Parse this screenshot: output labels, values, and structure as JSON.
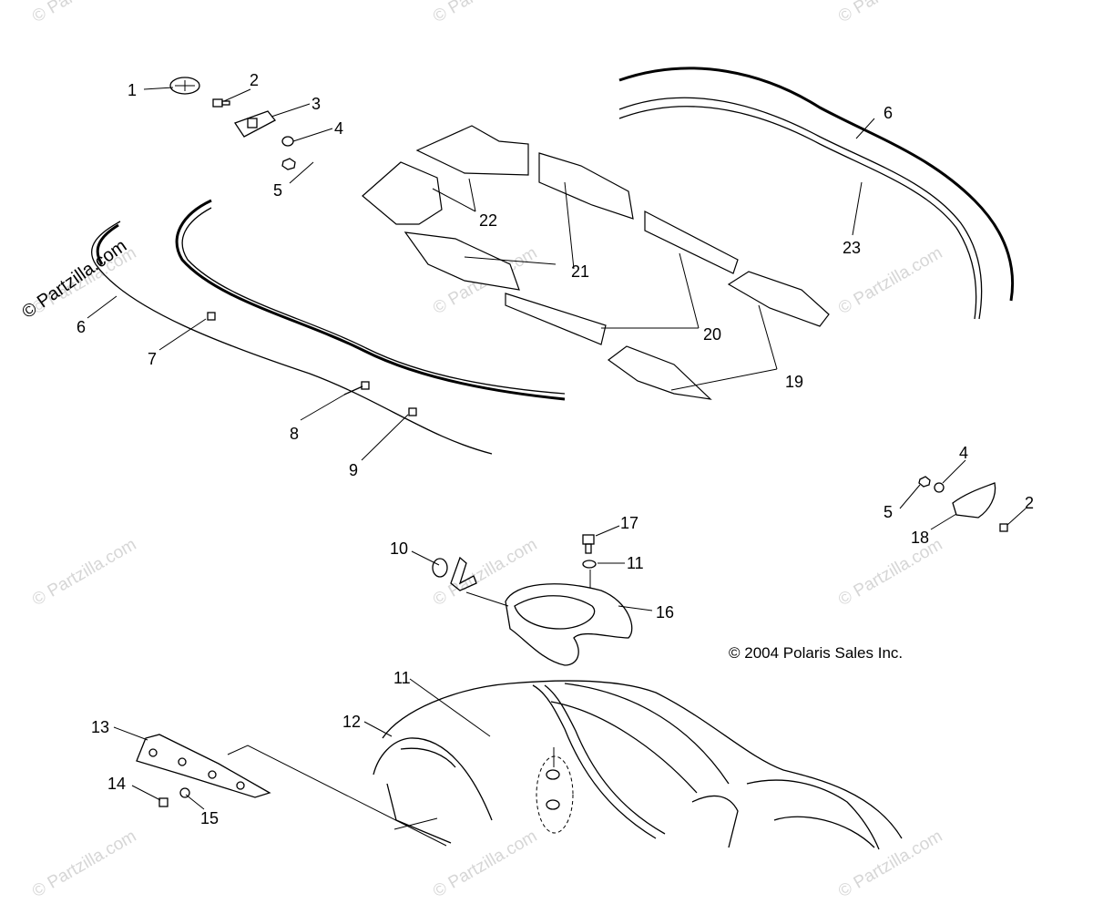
{
  "copyright": "© 2004 Polaris Sales Inc.",
  "watermark": "© Partzilla.com",
  "callouts": {
    "c1": "1",
    "c2a": "2",
    "c2b": "2",
    "c3": "3",
    "c4a": "4",
    "c4b": "4",
    "c5a": "5",
    "c5b": "5",
    "c6a": "6",
    "c6b": "6",
    "c7": "7",
    "c8": "8",
    "c9": "9",
    "c10": "10",
    "c11a": "11",
    "c11b": "11",
    "c12": "12",
    "c13": "13",
    "c14": "14",
    "c15": "15",
    "c16": "16",
    "c17": "17",
    "c18": "18",
    "c19": "19",
    "c20": "20",
    "c21": "21",
    "c22": "22",
    "c23": "23"
  }
}
